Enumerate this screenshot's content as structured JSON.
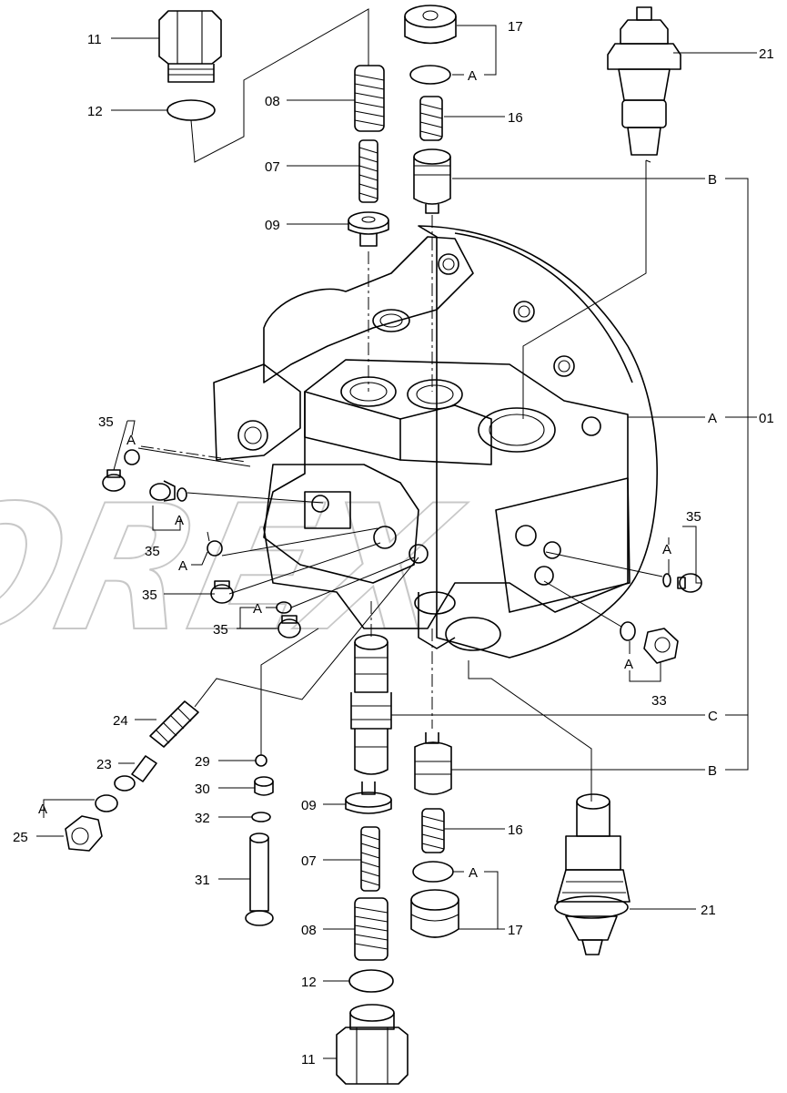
{
  "watermark": "OREX",
  "labels": {
    "p01": "01",
    "p07a": "07",
    "p07b": "07",
    "p08a": "08",
    "p08b": "08",
    "p09a": "09",
    "p09b": "09",
    "p11a": "11",
    "p11b": "11",
    "p12a": "12",
    "p12b": "12",
    "p16a": "16",
    "p16b": "16",
    "p17a": "17",
    "p17b": "17",
    "p21a": "21",
    "p21b": "21",
    "p23": "23",
    "p24": "24",
    "p25": "25",
    "p29": "29",
    "p30": "30",
    "p31": "31",
    "p32": "32",
    "p33": "33",
    "p35a": "35",
    "p35b": "35",
    "p35c": "35",
    "p35d": "35",
    "p35e": "35"
  },
  "refs": {
    "A1": "A",
    "A2": "A",
    "A3": "A",
    "A4": "A",
    "A5": "A",
    "A6": "A",
    "A7": "A",
    "A8": "A",
    "A9": "A",
    "A10": "A",
    "B1": "B",
    "B2": "B",
    "C1": "C"
  }
}
